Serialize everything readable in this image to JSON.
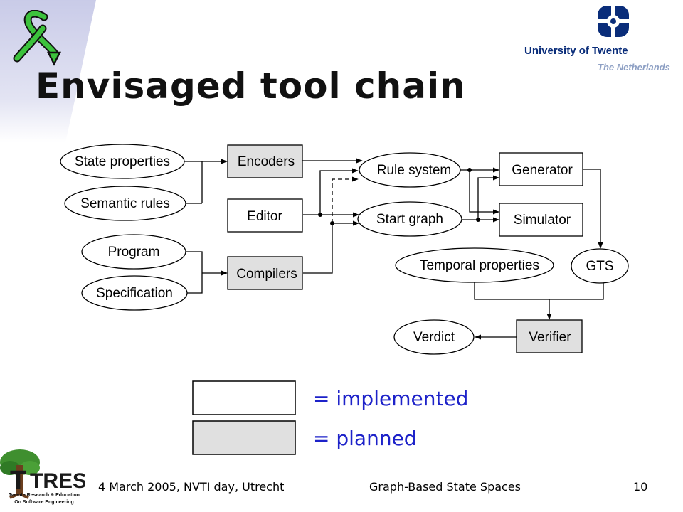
{
  "slide": {
    "title": "Envisaged tool chain",
    "university": {
      "name": "University of Twente",
      "country": "The Netherlands"
    },
    "legend": [
      {
        "label": "= implemented",
        "fill": "#ffffff"
      },
      {
        "label": "= planned",
        "fill": "#e0e0e0"
      }
    ],
    "footer": {
      "left": "4 March 2005, NVTI day, Utrecht",
      "center": "Graph-Based State Spaces",
      "page": "10"
    },
    "trese_logo": {
      "name": "TRESE",
      "line1": "Twente Research & Education",
      "line2": "On Software Engineering"
    }
  },
  "colors": {
    "accent_blue": "#1d22c9",
    "logo_green": "#3cc23c",
    "uni_navy": "#0a2d7a",
    "planned_fill": "#e0e0e0"
  },
  "diagram": {
    "ellipses": {
      "state_properties": "State properties",
      "semantic_rules": "Semantic rules",
      "program": "Program",
      "specification": "Specification",
      "rule_system": "Rule system",
      "start_graph": "Start graph",
      "temporal_properties": "Temporal properties",
      "gts": "GTS",
      "verdict": "Verdict"
    },
    "boxes": {
      "encoders": {
        "label": "Encoders",
        "status": "planned"
      },
      "editor": {
        "label": "Editor",
        "status": "implemented"
      },
      "compilers": {
        "label": "Compilers",
        "status": "planned"
      },
      "generator": {
        "label": "Generator",
        "status": "implemented"
      },
      "simulator": {
        "label": "Simulator",
        "status": "implemented"
      },
      "verifier": {
        "label": "Verifier",
        "status": "planned"
      }
    }
  }
}
